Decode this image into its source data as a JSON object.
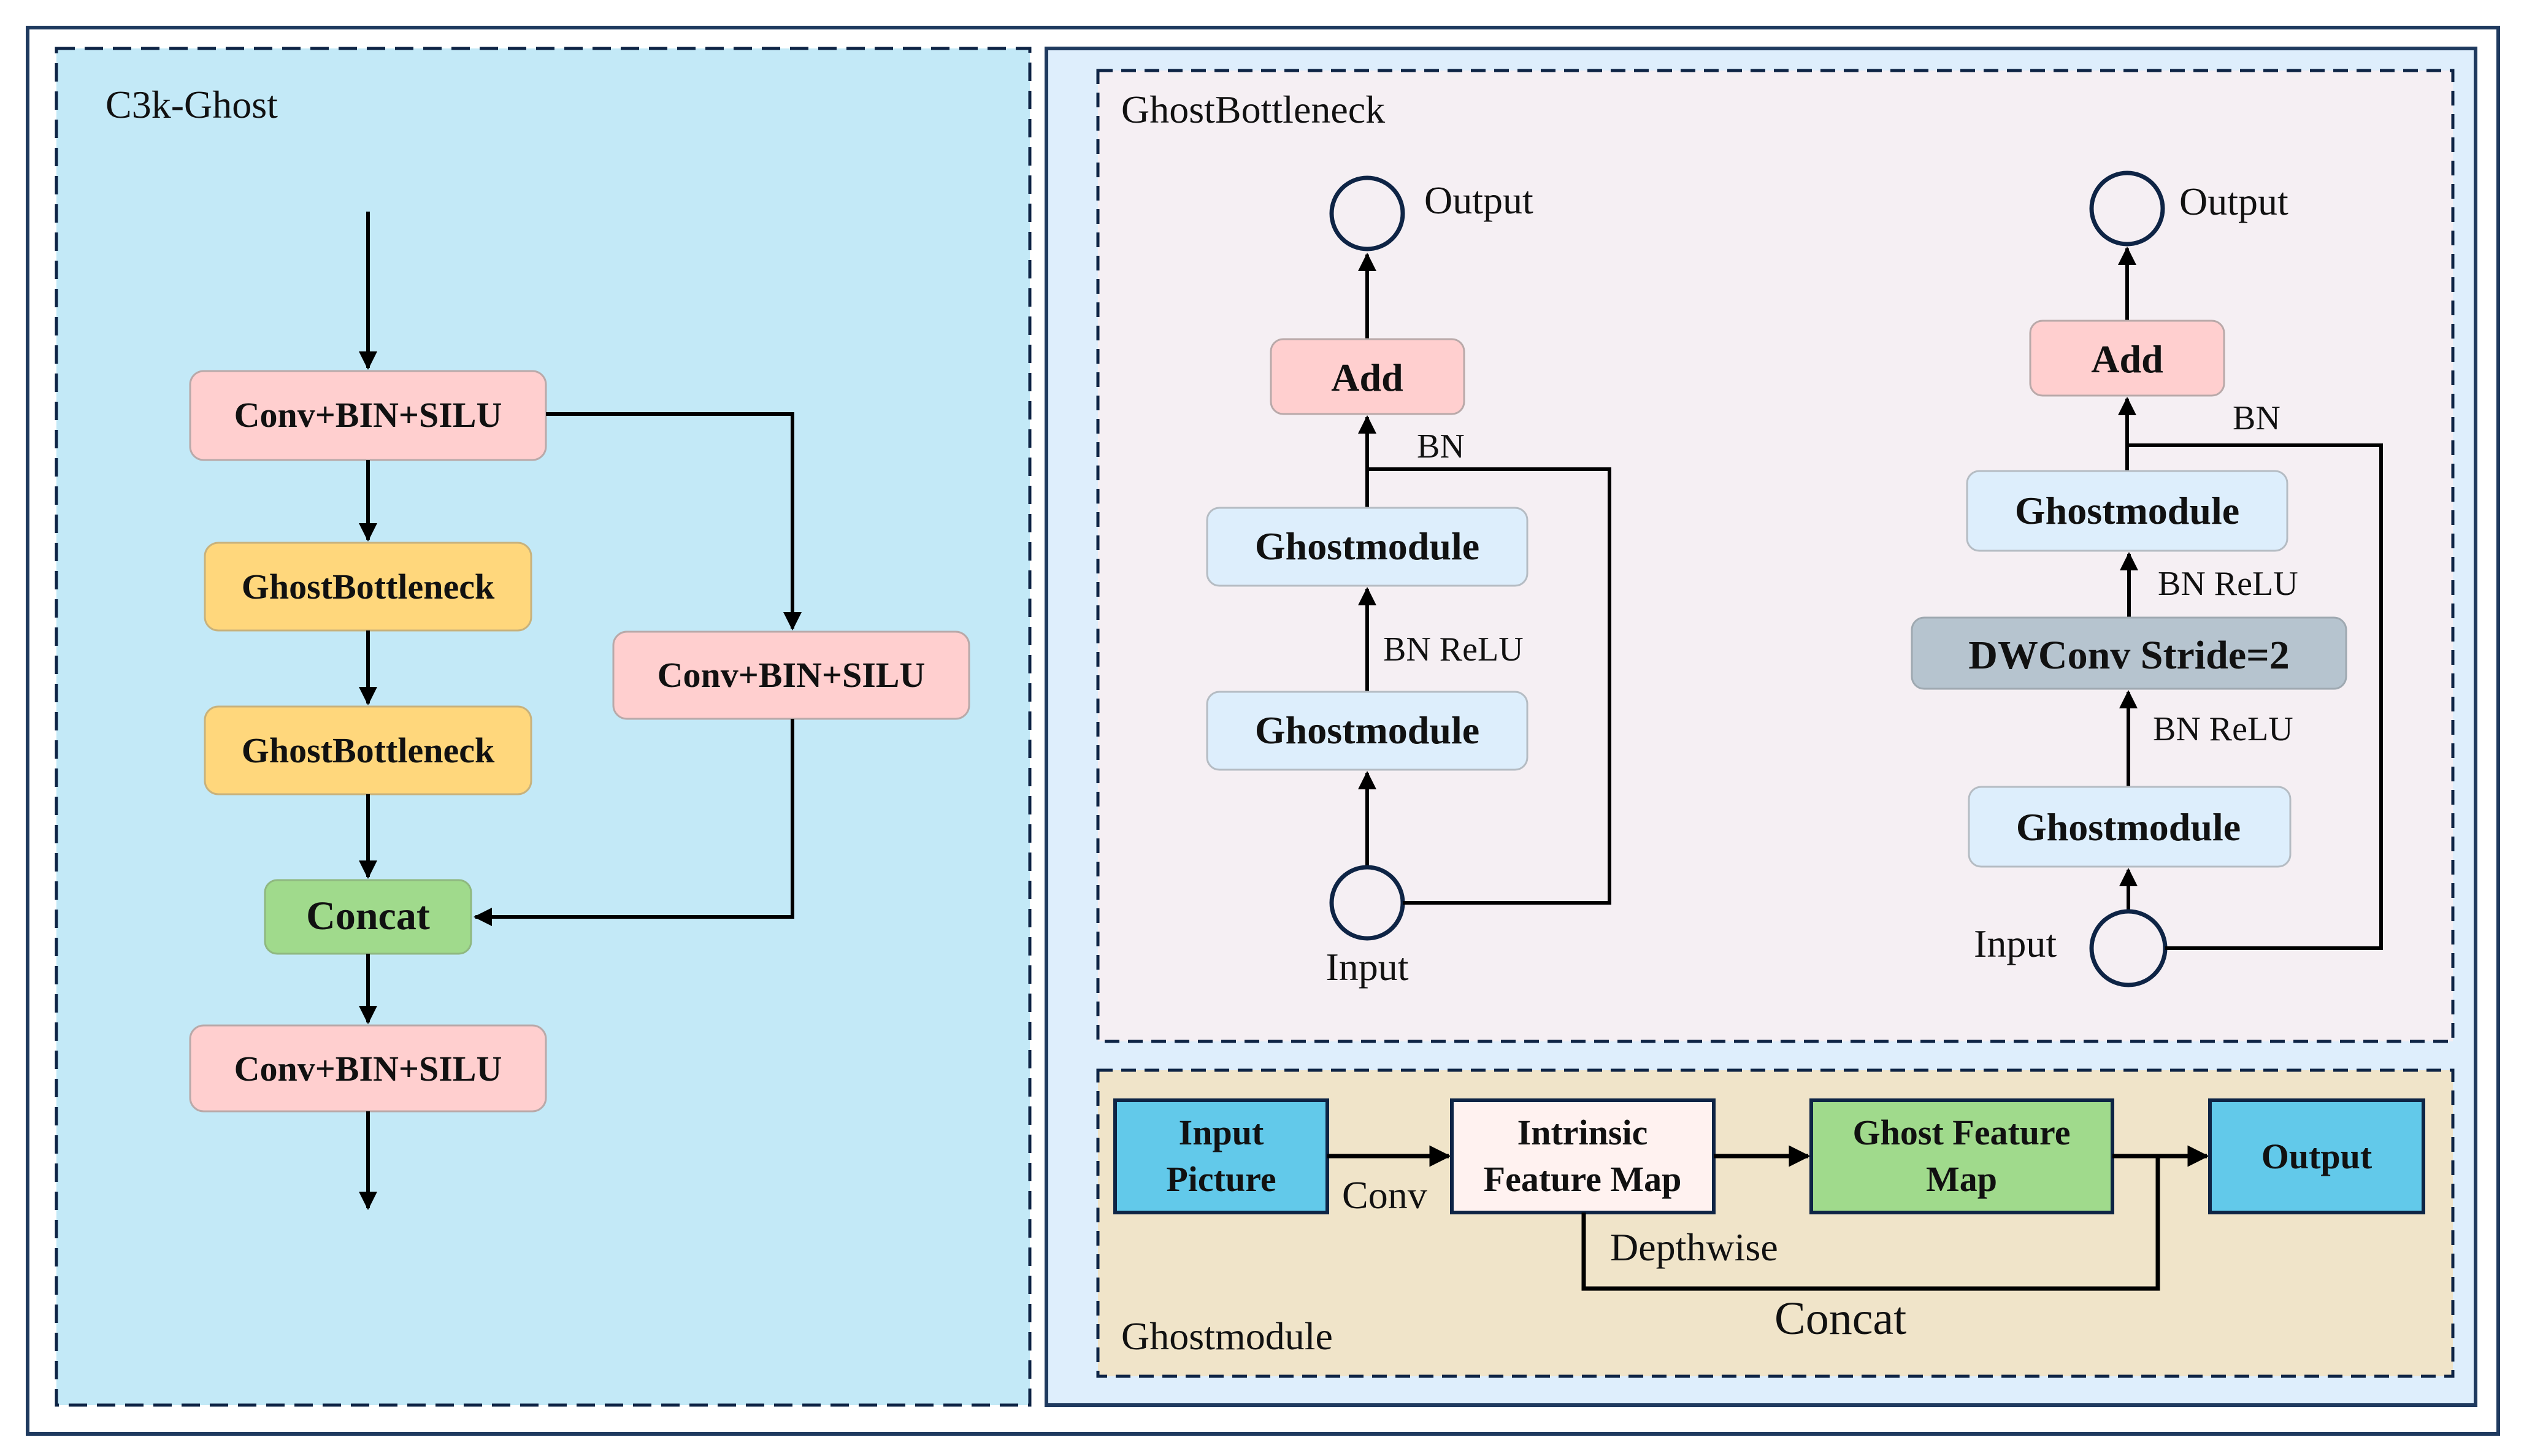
{
  "figure": {
    "left_panel": {
      "title": "C3k-Ghost",
      "nodes": {
        "conv_top": "Conv+BIN+SILU",
        "ghost_bottleneck_1": "GhostBottleneck",
        "ghost_bottleneck_2": "GhostBottleneck",
        "conv_side": "Conv+BIN+SILU",
        "concat": "Concat",
        "conv_bottom": "Conv+BIN+SILU"
      }
    },
    "ghost_bottleneck_panel": {
      "title": "GhostBottleneck",
      "stride1": {
        "output_label": "Output",
        "add_label": "Add",
        "bn_label": "BN",
        "ghostmodule_top": "Ghostmodule",
        "bn_relu_label": "BN ReLU",
        "ghostmodule_bottom": "Ghostmodule",
        "input_label": "Input"
      },
      "stride2": {
        "output_label": "Output",
        "add_label": "Add",
        "bn_label": "BN",
        "ghostmodule_top": "Ghostmodule",
        "bn_relu_label_1": "BN ReLU",
        "dwconv_label": "DWConv Stride=2",
        "bn_relu_label_2": "BN ReLU",
        "ghostmodule_bottom": "Ghostmodule",
        "input_label": "Input"
      }
    },
    "ghostmodule_panel": {
      "title": "Ghostmodule",
      "input_picture": [
        "Input",
        "Picture"
      ],
      "conv_label": "Conv",
      "intrinsic": [
        "Intrinsic",
        "Feature Map"
      ],
      "depthwise_label": "Depthwise",
      "ghost_feature": [
        "Ghost Feature",
        "Map"
      ],
      "concat_label": "Concat",
      "output_label": "Output"
    },
    "colors": {
      "frame": "#1f3a5f",
      "left_bg": "#c3e9f7",
      "right_bg": "#deeefc",
      "bottleneck_bg": "#f5eff3",
      "ghostmodule_bg": "#f0e4c9",
      "pink": "#ffcfcf",
      "yellow": "#ffd77c",
      "green": "#a0da8c",
      "lightblue": "#ddeefc",
      "gray": "#b6c4cf",
      "cyan": "#62c9ea",
      "intrinsic": "#fff2f0"
    }
  }
}
